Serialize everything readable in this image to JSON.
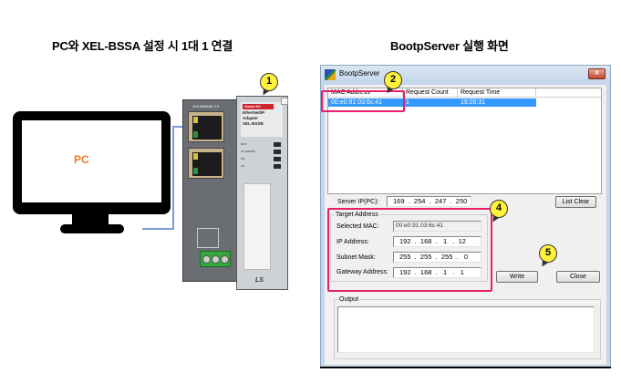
{
  "headings": {
    "left": "PC와 XEL-BSSA 설정 시 1대 1 연결",
    "right": "BootpServer 실행 화면"
  },
  "diagram": {
    "pc_label": "PC",
    "device": {
      "port_label": "10/100BASE-TX",
      "brand_tag": "Smart I/O",
      "model_lines": [
        "EtherNet/IP",
        "Adapter",
        "XEL-BSSB"
      ],
      "leds": [
        "RUN",
        "I/O ERROR",
        "MS",
        "NS"
      ],
      "logo": "LS"
    },
    "colors": {
      "pc_label": "#f07a28",
      "cable": "#7b9ad6",
      "callout_fill": "#fff23c",
      "highlight": "#e8206a"
    }
  },
  "callouts": [
    "1",
    "2",
    "4",
    "5"
  ],
  "window": {
    "title": "BootpServer",
    "close_glyph": "✕",
    "list": {
      "columns": [
        "MAC Address",
        "Request Count",
        "Request Time",
        ""
      ],
      "rows": [
        {
          "mac": "00:e0:91:03:6c:41",
          "count": "1",
          "time": "19:26:31",
          "selected": true
        }
      ]
    },
    "server_ip_label": "Server IP(PC):",
    "server_ip": "169  .  254  .  247  .  250",
    "list_clear_label": "List Clear",
    "target_group_title": "Target Address",
    "selected_mac_label": "Selected MAC:",
    "selected_mac": "00:e0:91:03:6c:41",
    "ip_address_label": "IP Address:",
    "ip_address": "192  .  168  .   1   .  12",
    "subnet_mask_label": "Subnet Mask:",
    "subnet_mask": "255  .  255  .  255  .   0",
    "gateway_label": "Gateway Address:",
    "gateway": "192  .  168  .   1   .   1",
    "write_label": "Write",
    "close_label": "Close",
    "output_group_title": "Output",
    "output_text": ""
  }
}
